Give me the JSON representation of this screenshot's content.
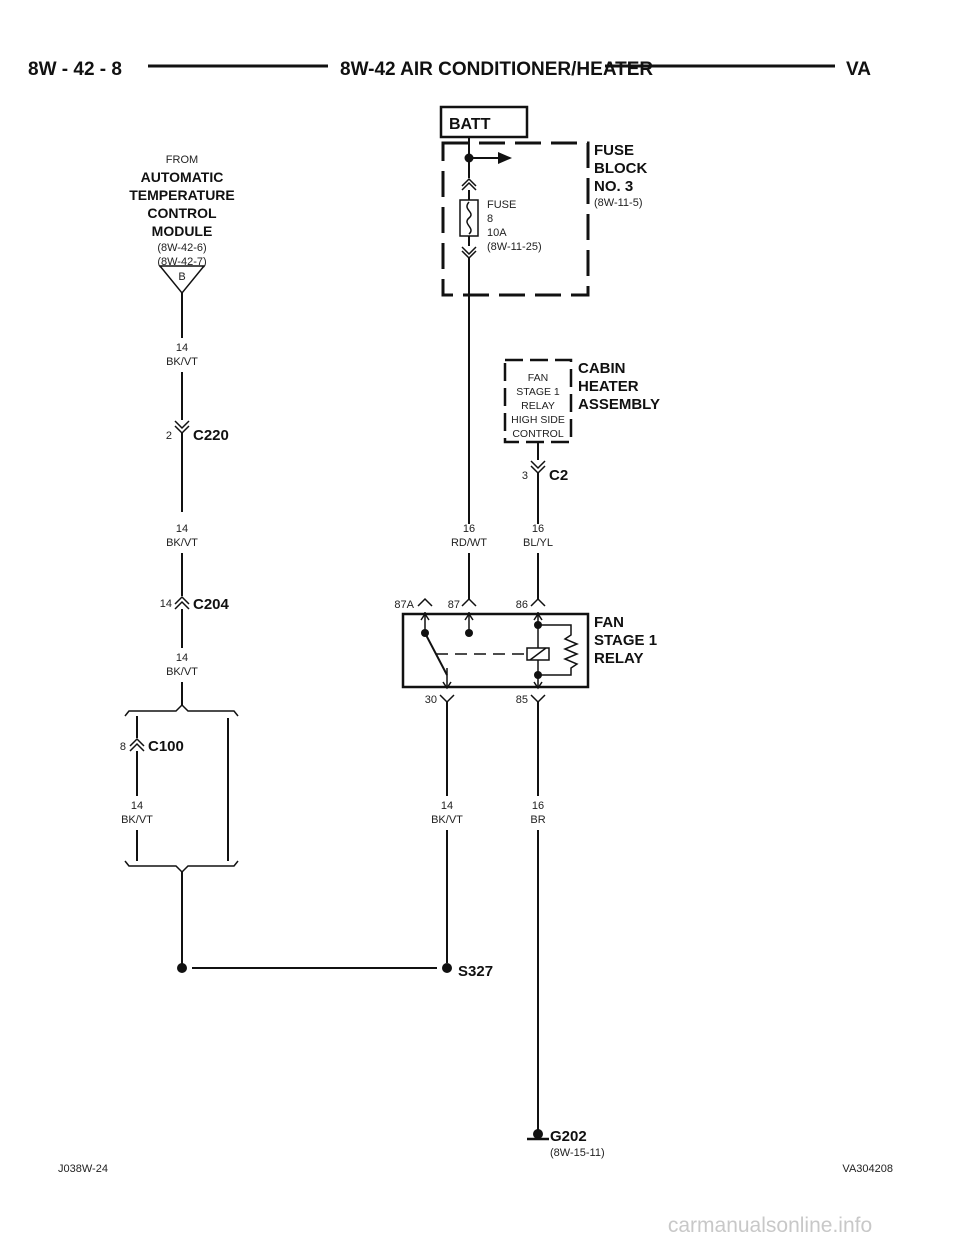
{
  "header": {
    "page_number": "8W - 42 - 8",
    "title": "8W-42 AIR CONDITIONER/HEATER",
    "vehicle": "VA"
  },
  "batt": {
    "label": "BATT"
  },
  "fuse_block": {
    "name_line1": "FUSE",
    "name_line2": "BLOCK",
    "name_line3": "NO. 3",
    "ref": "(8W-11-5)",
    "fuse_label": "FUSE",
    "fuse_number": "8",
    "fuse_rating": "10A",
    "fuse_ref": "(8W-11-25)"
  },
  "atc_module": {
    "from": "FROM",
    "line1": "AUTOMATIC",
    "line2": "TEMPERATURE",
    "line3": "CONTROL",
    "line4": "MODULE",
    "ref1": "(8W-42-6)",
    "ref2": "(8W-42-7)",
    "pin": "B"
  },
  "cabin_heater": {
    "box_line1": "FAN",
    "box_line2": "STAGE 1",
    "box_line3": "RELAY",
    "box_line4": "HIGH SIDE",
    "box_line5": "CONTROL",
    "name_line1": "CABIN",
    "name_line2": "HEATER",
    "name_line3": "ASSEMBLY"
  },
  "connectors": {
    "c220": {
      "name": "C220",
      "pin": "2"
    },
    "c204": {
      "name": "C204",
      "pin": "14"
    },
    "c100": {
      "name": "C100",
      "pin": "8"
    },
    "c2": {
      "name": "C2",
      "pin": "3"
    }
  },
  "wires": {
    "w1_gauge": "14",
    "w1_color": "BK/VT",
    "w2_gauge": "14",
    "w2_color": "BK/VT",
    "w3_gauge": "14",
    "w3_color": "BK/VT",
    "w4_gauge": "14",
    "w4_color": "BK/VT",
    "w5_gauge": "16",
    "w5_color": "RD/WT",
    "w6_gauge": "16",
    "w6_color": "BL/YL",
    "w7_gauge": "14",
    "w7_color": "BK/VT",
    "w8_gauge": "16",
    "w8_color": "BR"
  },
  "relay": {
    "name_line1": "FAN",
    "name_line2": "STAGE 1",
    "name_line3": "RELAY",
    "pin_87a": "87A",
    "pin_87": "87",
    "pin_86": "86",
    "pin_30": "30",
    "pin_85": "85"
  },
  "splice": {
    "name": "S327"
  },
  "ground": {
    "name": "G202",
    "ref": "(8W-15-11)"
  },
  "footer": {
    "left_code": "J038W-24",
    "right_code": "VA304208",
    "watermark": "carmanualsonline.info"
  }
}
